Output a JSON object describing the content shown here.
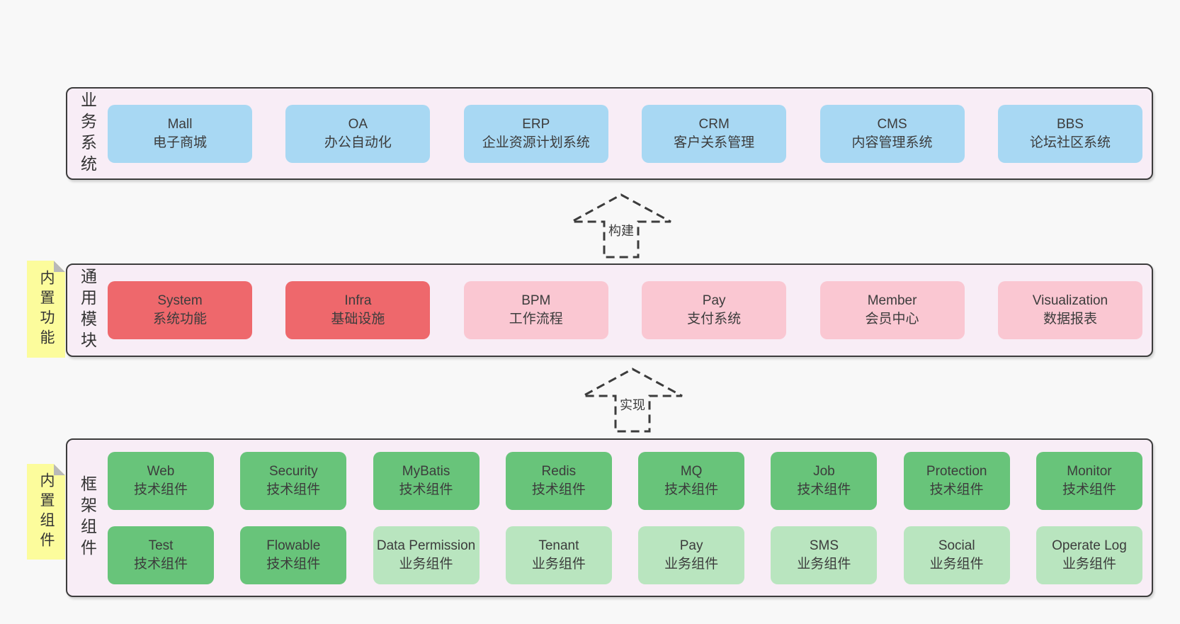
{
  "diagram": {
    "business": {
      "label": "业务系统",
      "items": [
        {
          "name": "Mall",
          "desc": "电子商城"
        },
        {
          "name": "OA",
          "desc": "办公自动化"
        },
        {
          "name": "ERP",
          "desc": "企业资源计划系统"
        },
        {
          "name": "CRM",
          "desc": "客户关系管理"
        },
        {
          "name": "CMS",
          "desc": "内容管理系统"
        },
        {
          "name": "BBS",
          "desc": "论坛社区系统"
        }
      ]
    },
    "arrow_build": {
      "label": "构建"
    },
    "modules": {
      "label": "通用模块",
      "note": "内置功能",
      "items": [
        {
          "name": "System",
          "desc": "系统功能"
        },
        {
          "name": "Infra",
          "desc": "基础设施"
        },
        {
          "name": "BPM",
          "desc": "工作流程"
        },
        {
          "name": "Pay",
          "desc": "支付系统"
        },
        {
          "name": "Member",
          "desc": "会员中心"
        },
        {
          "name": "Visualization",
          "desc": "数据报表"
        }
      ]
    },
    "arrow_implement": {
      "label": "实现"
    },
    "framework": {
      "label": "框架组件",
      "note": "内置组件",
      "row1": [
        {
          "name": "Web",
          "desc": "技术组件"
        },
        {
          "name": "Security",
          "desc": "技术组件"
        },
        {
          "name": "MyBatis",
          "desc": "技术组件"
        },
        {
          "name": "Redis",
          "desc": "技术组件"
        },
        {
          "name": "MQ",
          "desc": "技术组件"
        },
        {
          "name": "Job",
          "desc": "技术组件"
        },
        {
          "name": "Protection",
          "desc": "技术组件"
        },
        {
          "name": "Monitor",
          "desc": "技术组件"
        }
      ],
      "row2": [
        {
          "name": "Test",
          "desc": "技术组件"
        },
        {
          "name": "Flowable",
          "desc": "技术组件"
        },
        {
          "name": "Data Permission",
          "desc": "业务组件"
        },
        {
          "name": "Tenant",
          "desc": "业务组件"
        },
        {
          "name": "Pay",
          "desc": "业务组件"
        },
        {
          "name": "SMS",
          "desc": "业务组件"
        },
        {
          "name": "Social",
          "desc": "业务组件"
        },
        {
          "name": "Operate Log",
          "desc": "业务组件"
        }
      ]
    }
  },
  "colors": {
    "page_bg": "#f8f8f8",
    "container_bg": "#f8edf6",
    "border": "#3c3c3c",
    "blue": "#a8d8f3",
    "red": "#ee686c",
    "pink": "#fac7d2",
    "green_dark": "#68c47a",
    "green_light": "#b9e5bf",
    "note_yellow": "#fcfc9c",
    "note_fold": "#b9b9b9",
    "text": "#3c3c3c"
  }
}
